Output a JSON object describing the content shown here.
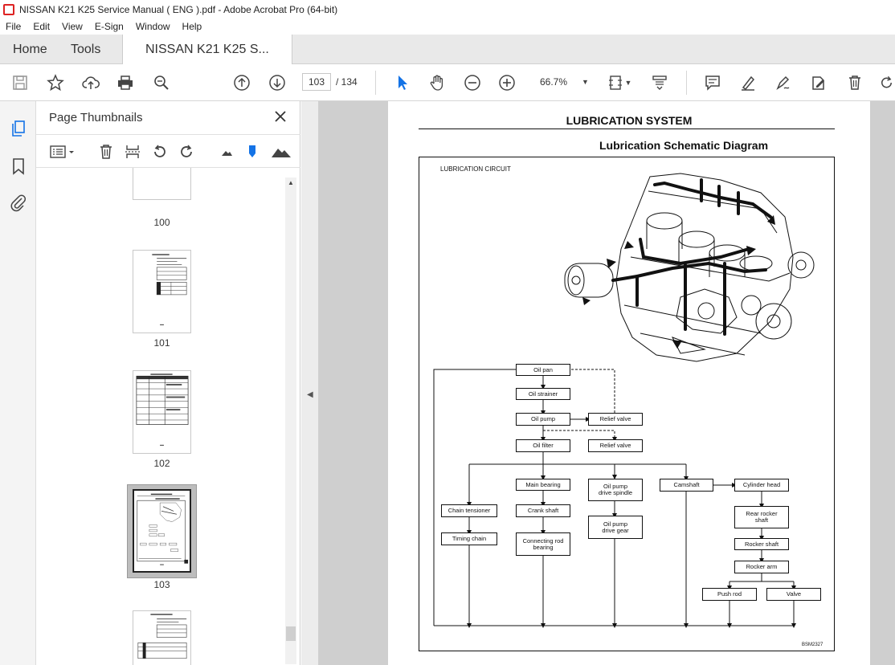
{
  "window": {
    "title": "NISSAN K21 K25 Service Manual ( ENG ).pdf - Adobe Acrobat Pro (64-bit)"
  },
  "menu": [
    "File",
    "Edit",
    "View",
    "E-Sign",
    "Window",
    "Help"
  ],
  "tabs": {
    "home": "Home",
    "tools": "Tools",
    "doc": "NISSAN K21 K25 S..."
  },
  "toolbar": {
    "page_current": "103",
    "page_total": "/ 134",
    "zoom": "66.7%"
  },
  "panel": {
    "title": "Page Thumbnails"
  },
  "thumbnails": [
    {
      "label": "100"
    },
    {
      "label": "101"
    },
    {
      "label": "102"
    },
    {
      "label": "103"
    }
  ],
  "page": {
    "title": "LUBRICATION SYSTEM",
    "subtitle": "Lubrication Schematic Diagram",
    "diagram_label": "LUBRICATION CIRCUIT",
    "diagram_code": "BSM2327"
  },
  "flow": {
    "oil_pan": "Oil pan",
    "oil_strainer": "Oil strainer",
    "oil_pump": "Oil pump",
    "relief_valve_1": "Relief valve",
    "oil_filter": "Oil filter",
    "relief_valve_2": "Relief valve",
    "main_bearing": "Main bearing",
    "oil_pump_spindle_1": "Oil pump",
    "oil_pump_spindle_2": "drive spindle",
    "camshaft": "Camshaft",
    "cylinder_head": "Cylinder head",
    "chain_tensioner": "Chain tensioner",
    "crank_shaft": "Crank shaft",
    "rear_rocker_1": "Rear rocker",
    "rear_rocker_2": "shaft",
    "oil_pump_gear_1": "Oil pump",
    "oil_pump_gear_2": "drive gear",
    "timing_chain": "Timing chain",
    "conrod_1": "Connecting rod",
    "conrod_2": "bearing",
    "rocker_shaft": "Rocker shaft",
    "rocker_arm": "Rocker arm",
    "push_rod": "Push rod",
    "valve": "Valve"
  },
  "colors": {
    "accent": "#1473e6",
    "pdf_red": "#d22222"
  }
}
